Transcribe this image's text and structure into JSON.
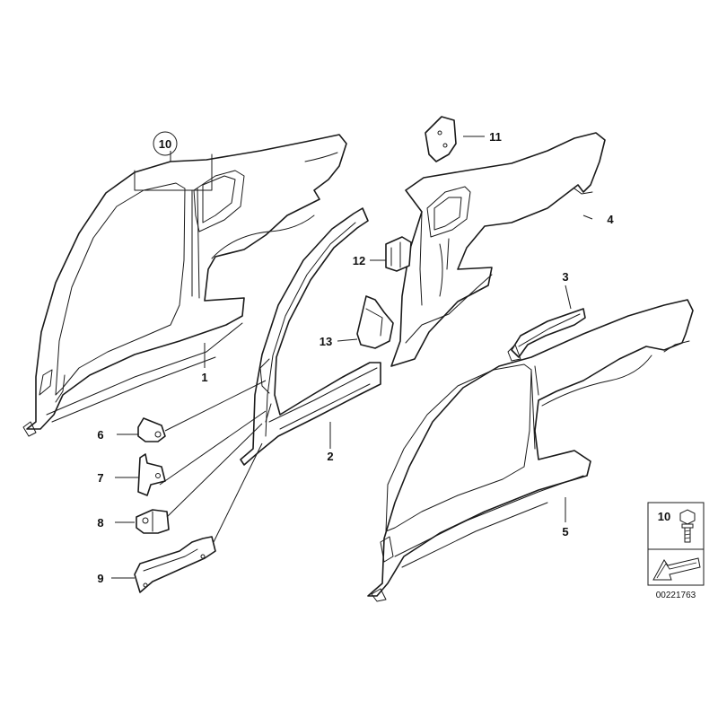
{
  "callouts": {
    "c1": "1",
    "c2": "2",
    "c3": "3",
    "c4": "4",
    "c5": "5",
    "c6": "6",
    "c7": "7",
    "c8": "8",
    "c9": "9",
    "c10": "10",
    "c11": "11",
    "c12": "12",
    "c13": "13"
  },
  "legend": {
    "part_label": "10",
    "reference": "00221763"
  }
}
